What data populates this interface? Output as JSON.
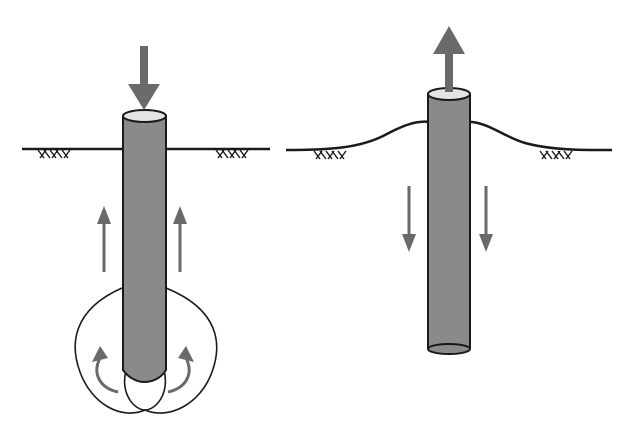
{
  "figure": {
    "panels": [
      {
        "id": "left",
        "load_direction": "down",
        "ground": "flat",
        "shaft_arrows": "up",
        "tip_arrows": "curved-up-around-bulb"
      },
      {
        "id": "right",
        "load_direction": "up",
        "ground": "heaved",
        "shaft_arrows": "down"
      }
    ],
    "colors": {
      "pile_fill": "#8a8a8a",
      "pile_stroke": "#1a1a1a",
      "pile_top": "#e4e4e4",
      "arrow": "#6a6a6a",
      "ground_line": "#1a1a1a",
      "background": "#ffffff"
    }
  }
}
